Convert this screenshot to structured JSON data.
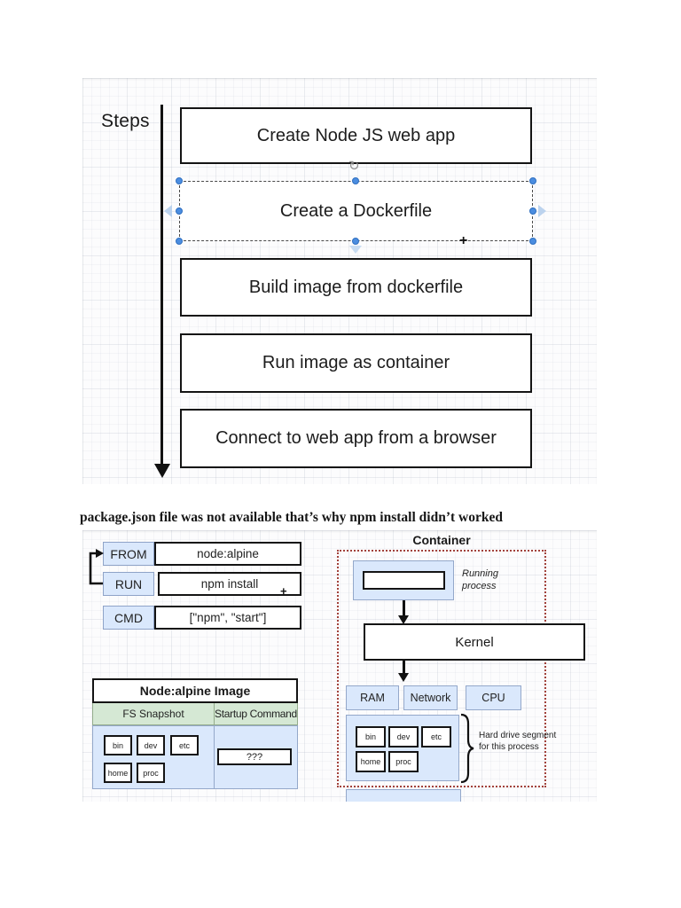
{
  "page": {
    "note_text": "package.json file was not available that’s why npm install didn’t worked"
  },
  "steps_diagram": {
    "label": "Steps",
    "boxes": [
      {
        "label": "Create Node JS web app"
      },
      {
        "label": "Create a Dockerfile",
        "state": "selected"
      },
      {
        "label": "Build image from dockerfile"
      },
      {
        "label": "Run image as container"
      },
      {
        "label": "Connect to web app from a browser"
      }
    ]
  },
  "dockerfile_diagram": {
    "rows": [
      {
        "instruction": "FROM",
        "value": "node:alpine"
      },
      {
        "instruction": "RUN",
        "value": "npm install"
      },
      {
        "instruction": "CMD",
        "value": "[\"npm\", \"start\"]"
      }
    ],
    "image_table": {
      "title": "Node:alpine Image",
      "columns": [
        "FS Snapshot",
        "Startup Command"
      ],
      "fs_items": [
        "bin",
        "dev",
        "etc",
        "home",
        "proc"
      ],
      "startup_value": "???"
    }
  },
  "container_diagram": {
    "title": "Container",
    "running_process_label": "Running process",
    "kernel_label": "Kernel",
    "resources": [
      "RAM",
      "Network",
      "CPU"
    ],
    "fs_items": [
      "bin",
      "dev",
      "etc",
      "home",
      "proc"
    ],
    "hard_drive_label": "Hard drive segment for this process"
  },
  "colors": {
    "shape_fill_blue": "#dae8fc",
    "shape_border_blue": "#94a8ca",
    "header_fill_green": "#d5e8d4",
    "container_border_red": "#a2423b",
    "selection_handle_blue": "#4b8de0",
    "direction_arrow_blue": "#bcd3ee"
  }
}
